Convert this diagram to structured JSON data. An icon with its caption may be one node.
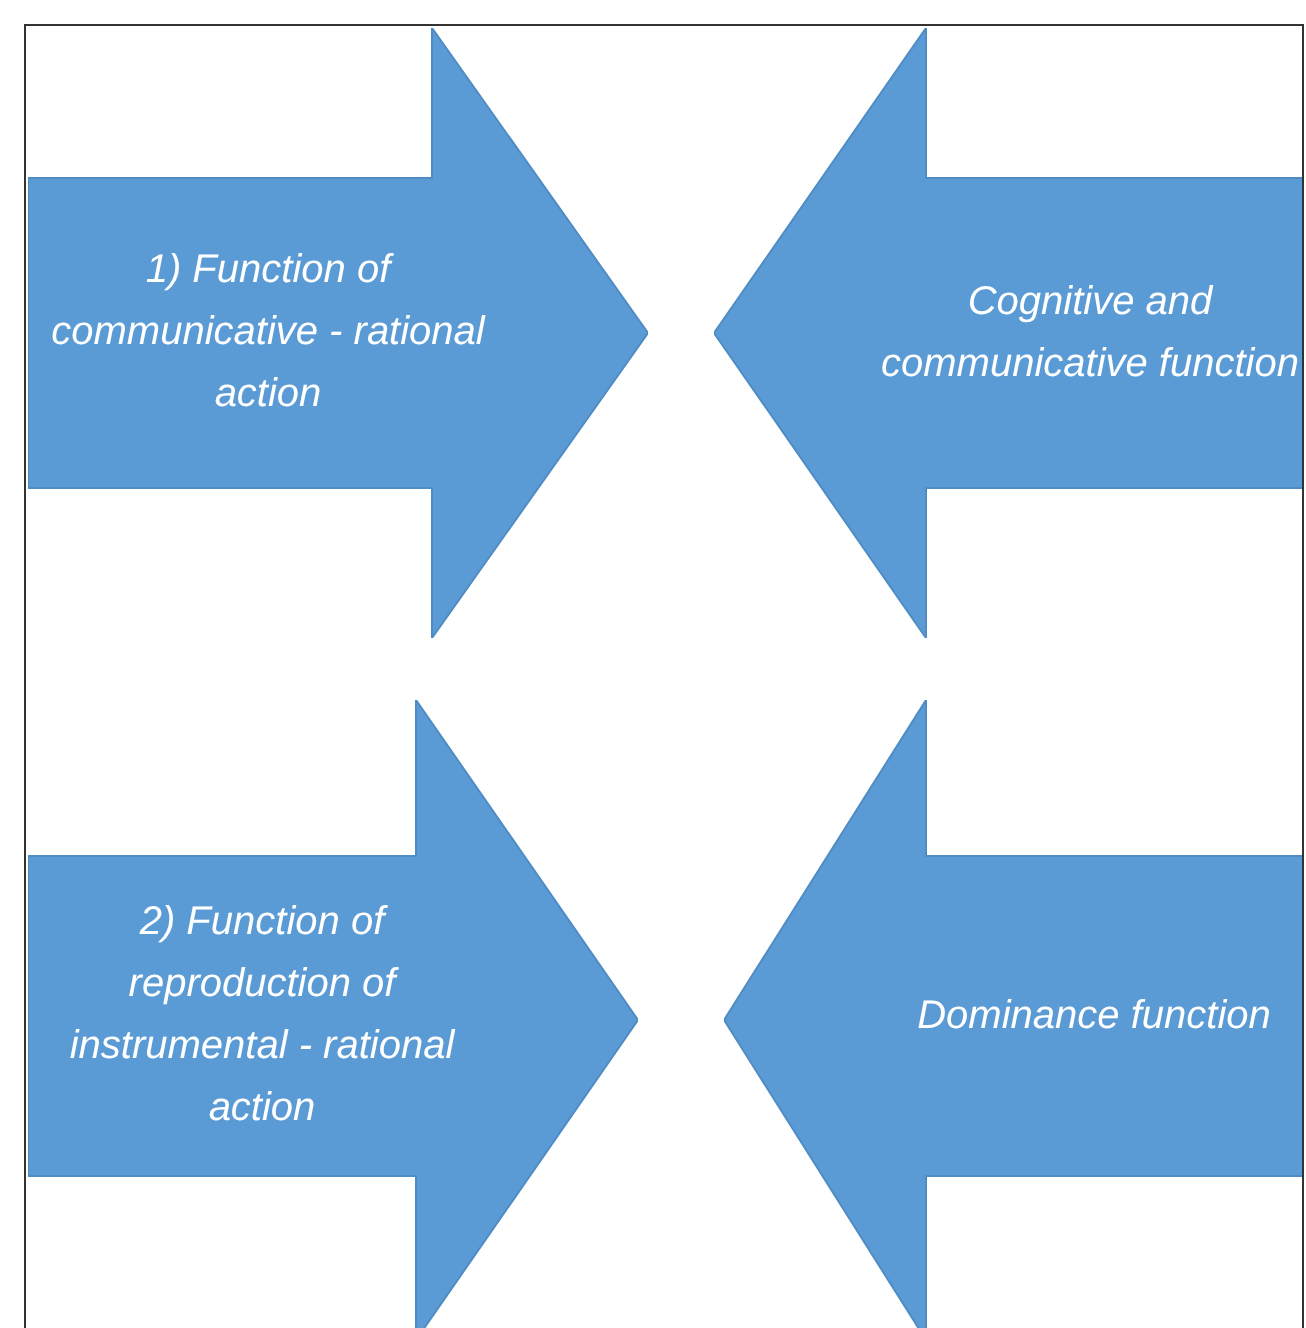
{
  "diagram": {
    "nodes": [
      {
        "text": [
          "1) Function of communicative - rational action"
        ]
      },
      {
        "text": [
          "Cognitive and communicative function"
        ]
      },
      {
        "text": [
          "2) Function of reproduction of instrumental - rational action"
        ]
      },
      {
        "text": [
          "Dominance function"
        ]
      }
    ]
  }
}
